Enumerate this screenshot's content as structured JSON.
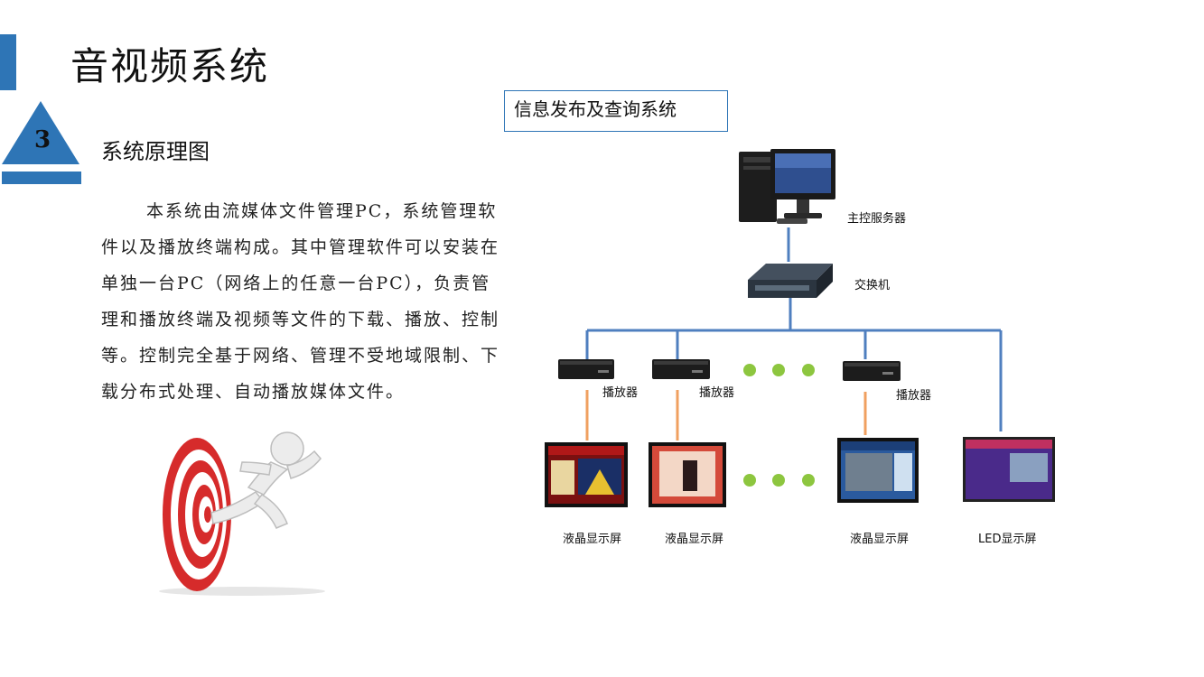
{
  "header": {
    "title": "音视频系统"
  },
  "section": {
    "number": "3",
    "title": "系统原理图"
  },
  "description": "本系统由流媒体文件管理PC，系统管理软件以及播放终端构成。其中管理软件可以安装在单独一台PC（网络上的任意一台PC），负责管理和播放终端及视频等文件的下载、播放、控制等。控制完全基于网络、管理不受地域限制、下载分布式处理、自动播放媒体文件。",
  "diagram": {
    "title": "信息发布及查询系统",
    "server_label": "主控服务器",
    "switch_label": "交换机",
    "players": [
      "播放器",
      "播放器",
      "播放器"
    ],
    "displays": [
      "液晶显示屏",
      "液晶显示屏",
      "液晶显示屏",
      "LED显示屏"
    ]
  },
  "colors": {
    "accent": "#2e75b6",
    "network_line": "#4f7fbf",
    "player_link": "#f0a060",
    "dots": "#8dc63f",
    "target_red": "#d62b2b"
  }
}
